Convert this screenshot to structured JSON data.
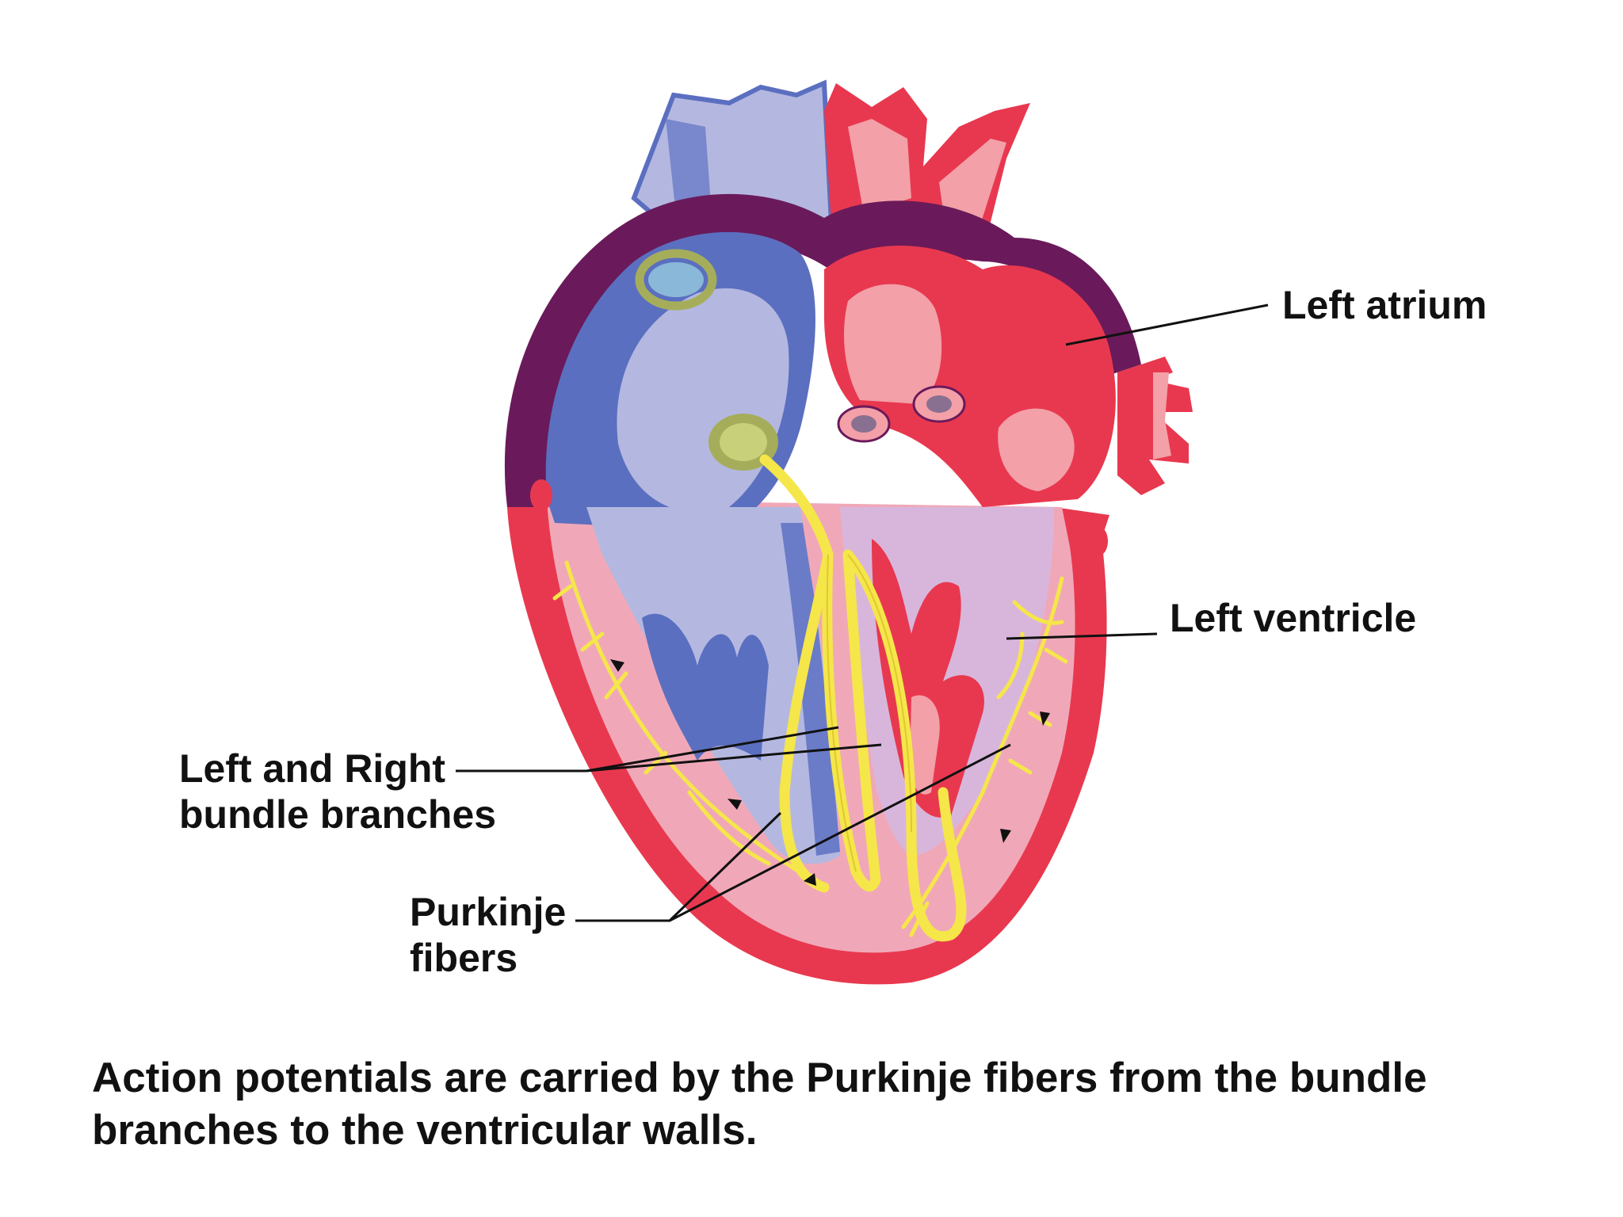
{
  "labels": {
    "left_atrium": "Left atrium",
    "left_ventricle": "Left ventricle",
    "bundle_branches": [
      "Left and Right",
      "bundle branches"
    ],
    "purkinje": [
      "Purkinje",
      "fibers"
    ]
  },
  "caption": [
    "Action potentials are carried by the Purkinje fibers from the bundle",
    "branches to the ventricular walls."
  ],
  "colors": {
    "background": "#ffffff",
    "text": "#111111",
    "leader_line": "#111111",
    "deoxygenated_dark": "#5b6fc0",
    "deoxygenated_light": "#b4b8e0",
    "oxygenated": "#e8384f",
    "oxygenated_light": "#f3a0a8",
    "myocardium": "#f0a8b8",
    "pericardium": "#6a1a5a",
    "conduction_fibers": "#f5e64a",
    "nodes": "#a6ad5a"
  }
}
